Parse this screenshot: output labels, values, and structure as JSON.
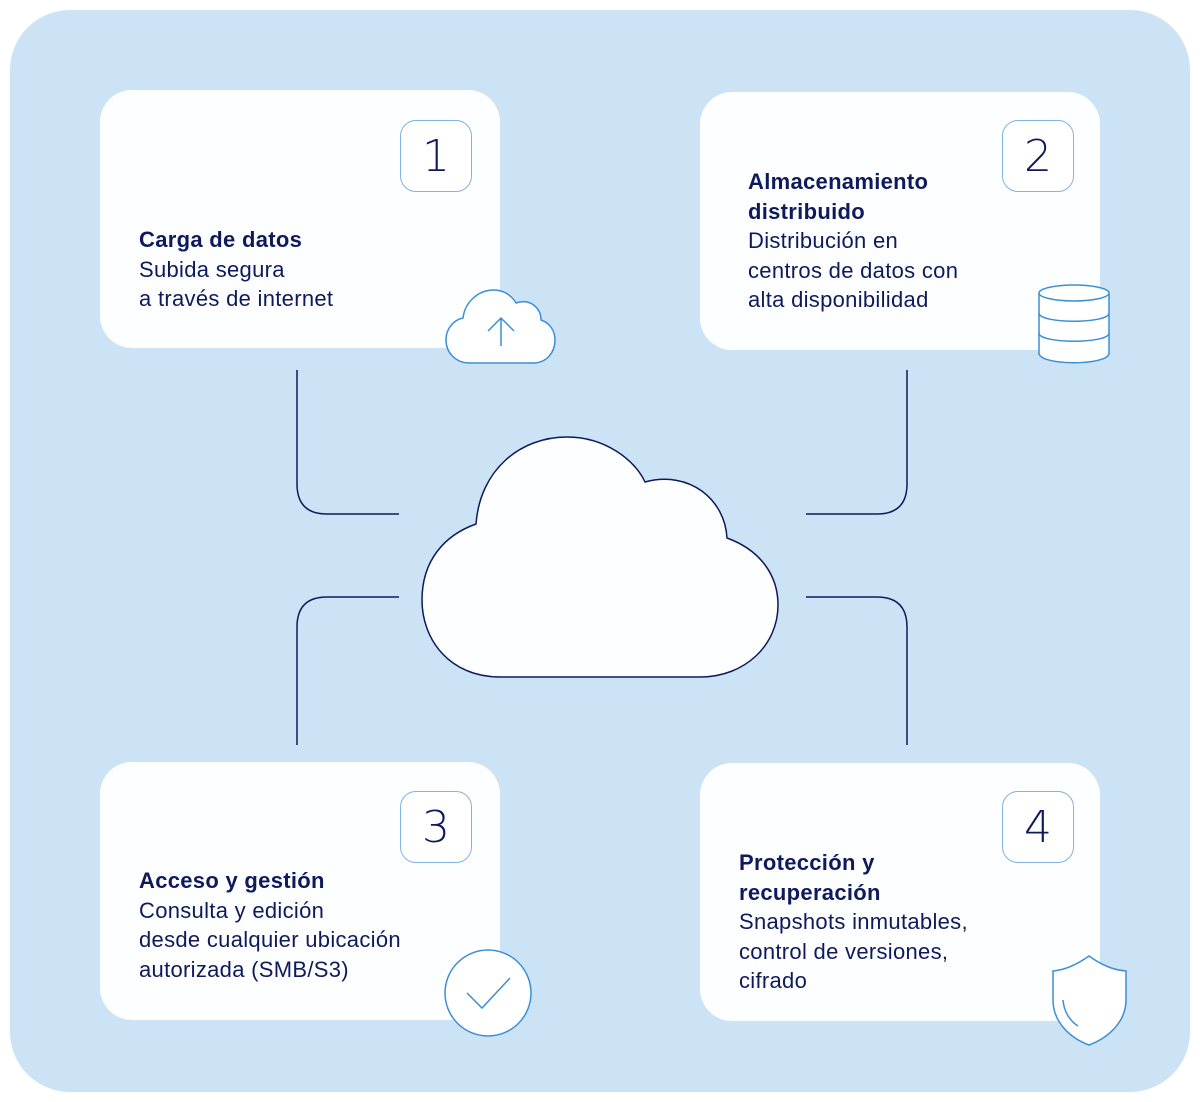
{
  "steps": [
    {
      "number": "1",
      "title": [
        "Carga de datos"
      ],
      "lines": [
        "Subida segura",
        "a través de internet"
      ],
      "icon": "cloud-upload-icon"
    },
    {
      "number": "2",
      "title": [
        "Almacenamiento",
        "distribuido"
      ],
      "lines": [
        "Distribución en",
        "centros de datos con",
        "alta disponibilidad"
      ],
      "icon": "database-icon"
    },
    {
      "number": "3",
      "title": [
        "Acceso y gestión"
      ],
      "lines": [
        "Consulta y edición",
        "desde cualquier ubicación",
        "autorizada (SMB/S3)"
      ],
      "icon": "check-circle-icon"
    },
    {
      "number": "4",
      "title": [
        "Protección y",
        "recuperación"
      ],
      "lines": [
        "Snapshots inmutables,",
        "control de versiones,",
        "cifrado"
      ],
      "icon": "shield-icon"
    }
  ],
  "colors": {
    "panel": "#cce3f6",
    "navy": "#0f1a5c",
    "icon": "#3b8fd6"
  }
}
